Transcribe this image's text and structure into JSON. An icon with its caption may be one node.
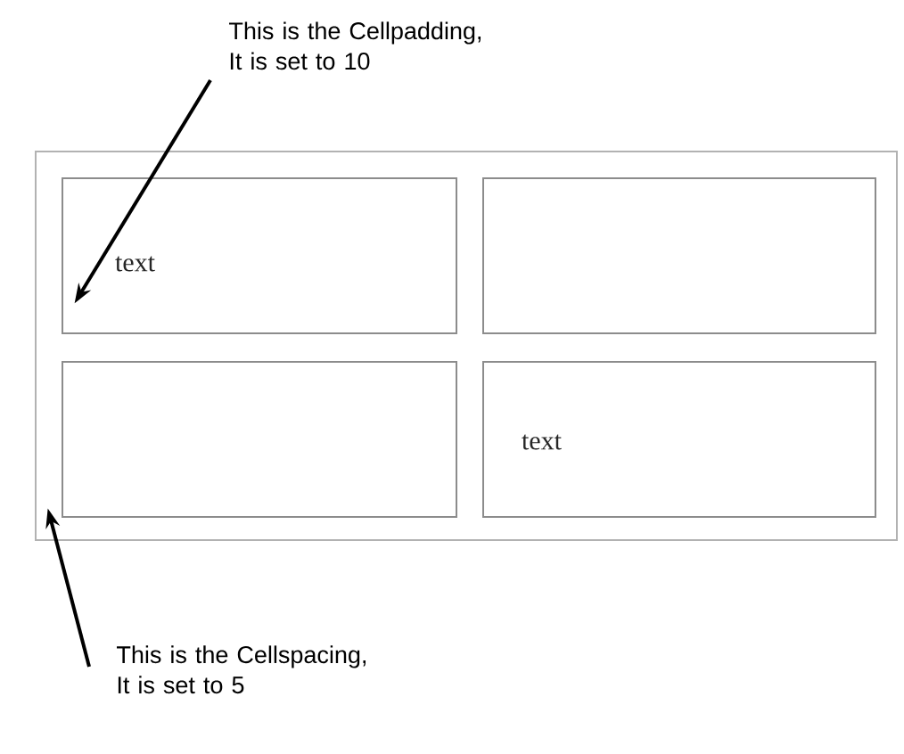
{
  "diagram": {
    "nodes": [
      {
        "text": [],
        "shape": "box"
      },
      {
        "text": [
          "text"
        ],
        "in": 0
      },
      {
        "text": [],
        "shape": "box",
        "in": 0
      },
      {
        "text": [],
        "shape": "box",
        "in": 0
      },
      {
        "text": [
          "text"
        ],
        "in": 0
      },
      {
        "text": [
          "This is the Cellpadding, It is set to 10"
        ]
      },
      {
        "text": [
          "This is the Cellspacing, It is set to 5"
        ]
      }
    ],
    "edges": [
      {
        "from": 5,
        "to": 1,
        "arrow": "to"
      },
      {
        "from": 6,
        "to": 0,
        "arrow": "to"
      }
    ]
  }
}
